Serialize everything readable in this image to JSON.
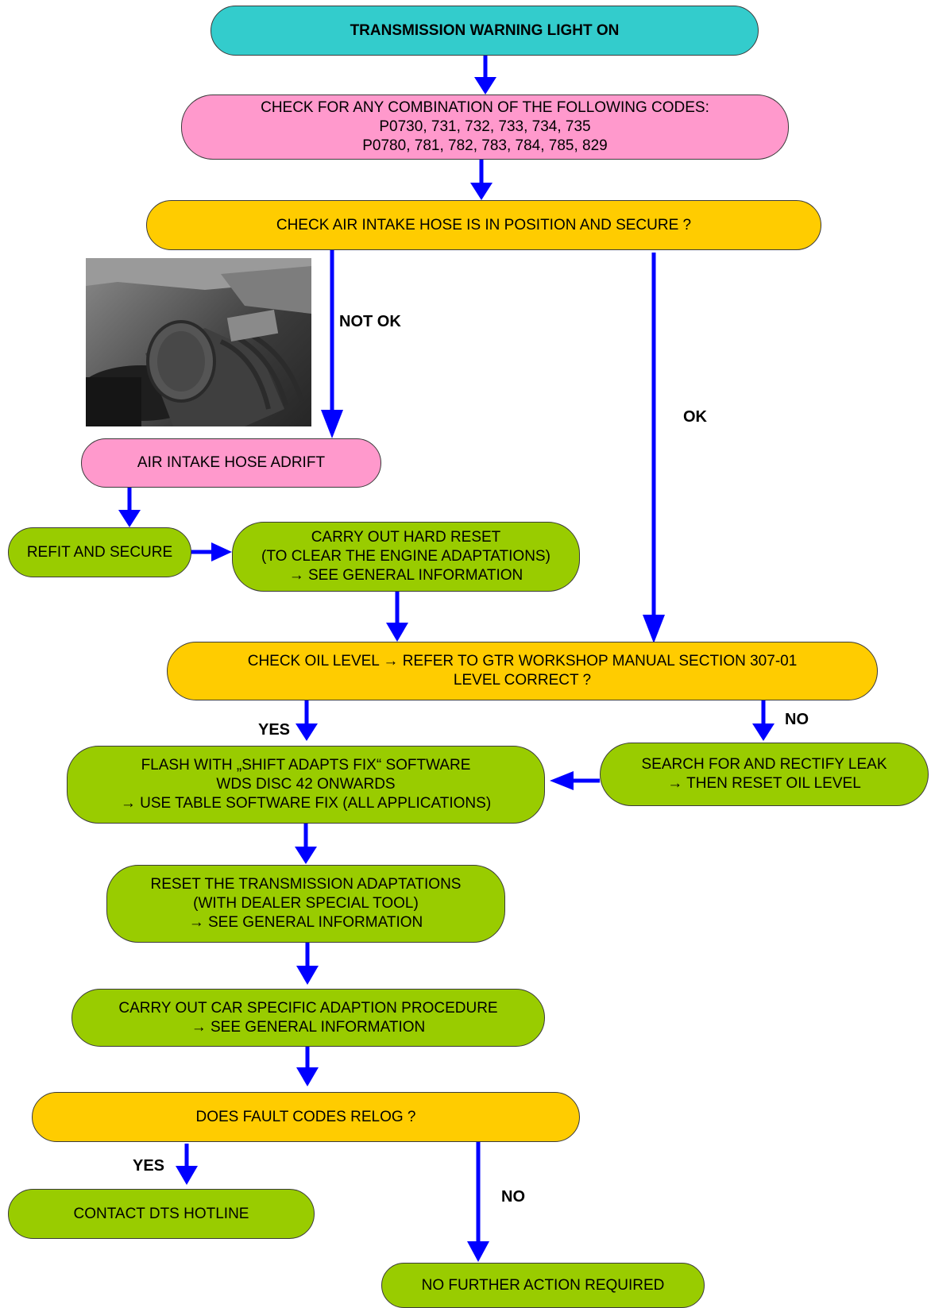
{
  "nodes": {
    "start": {
      "lines": [
        "TRANSMISSION WARNING LIGHT ON"
      ]
    },
    "check_codes": {
      "lines": [
        "CHECK FOR ANY COMBINATION OF THE FOLLOWING CODES:",
        "P0730, 731, 732, 733, 734, 735",
        "P0780, 781, 782, 783, 784, 785, 829"
      ]
    },
    "check_air_hose": {
      "lines": [
        "CHECK AIR INTAKE HOSE IS IN POSITION AND SECURE ?"
      ]
    },
    "hose_adrift": {
      "lines": [
        "AIR INTAKE HOSE ADRIFT"
      ]
    },
    "refit_secure": {
      "lines": [
        "REFIT AND SECURE"
      ]
    },
    "hard_reset": {
      "lines": [
        "CARRY OUT HARD RESET",
        "(TO CLEAR THE ENGINE ADAPTATIONS)",
        "→ SEE GENERAL INFORMATION"
      ]
    },
    "check_oil": {
      "lines": [
        "CHECK OIL LEVEL → REFER TO GTR WORKSHOP MANUAL SECTION 307-01",
        "LEVEL CORRECT ?"
      ]
    },
    "flash_software": {
      "lines": [
        "FLASH WITH „SHIFT ADAPTS FIX“ SOFTWARE",
        "WDS DISC 42 ONWARDS",
        "→ USE TABLE SOFTWARE FIX (ALL APPLICATIONS)"
      ]
    },
    "search_leak": {
      "lines": [
        "SEARCH FOR AND RECTIFY LEAK",
        "→ THEN RESET OIL LEVEL"
      ]
    },
    "reset_trans": {
      "lines": [
        "RESET THE TRANSMISSION ADAPTATIONS",
        "(WITH DEALER SPECIAL TOOL)",
        "→ SEE GENERAL INFORMATION"
      ]
    },
    "car_specific": {
      "lines": [
        "CARRY OUT CAR SPECIFIC ADAPTION PROCEDURE",
        "→ SEE GENERAL INFORMATION"
      ]
    },
    "relog": {
      "lines": [
        "DOES FAULT CODES RELOG ?"
      ]
    },
    "contact_dts": {
      "lines": [
        "CONTACT DTS HOTLINE"
      ]
    },
    "no_action": {
      "lines": [
        "NO FURTHER ACTION REQUIRED"
      ]
    }
  },
  "edge_labels": {
    "not_ok": "NOT OK",
    "ok": "OK",
    "yes_oil": "YES",
    "no_oil": "NO",
    "yes_relog": "YES",
    "no_relog": "NO"
  },
  "colors": {
    "start": "#33cccc",
    "code_check": "#ff99cc",
    "decision": "#ffcc00",
    "action": "#99cc00",
    "arrow": "#0000ff"
  },
  "photo": {
    "subject": "air-intake-hose-photo"
  }
}
